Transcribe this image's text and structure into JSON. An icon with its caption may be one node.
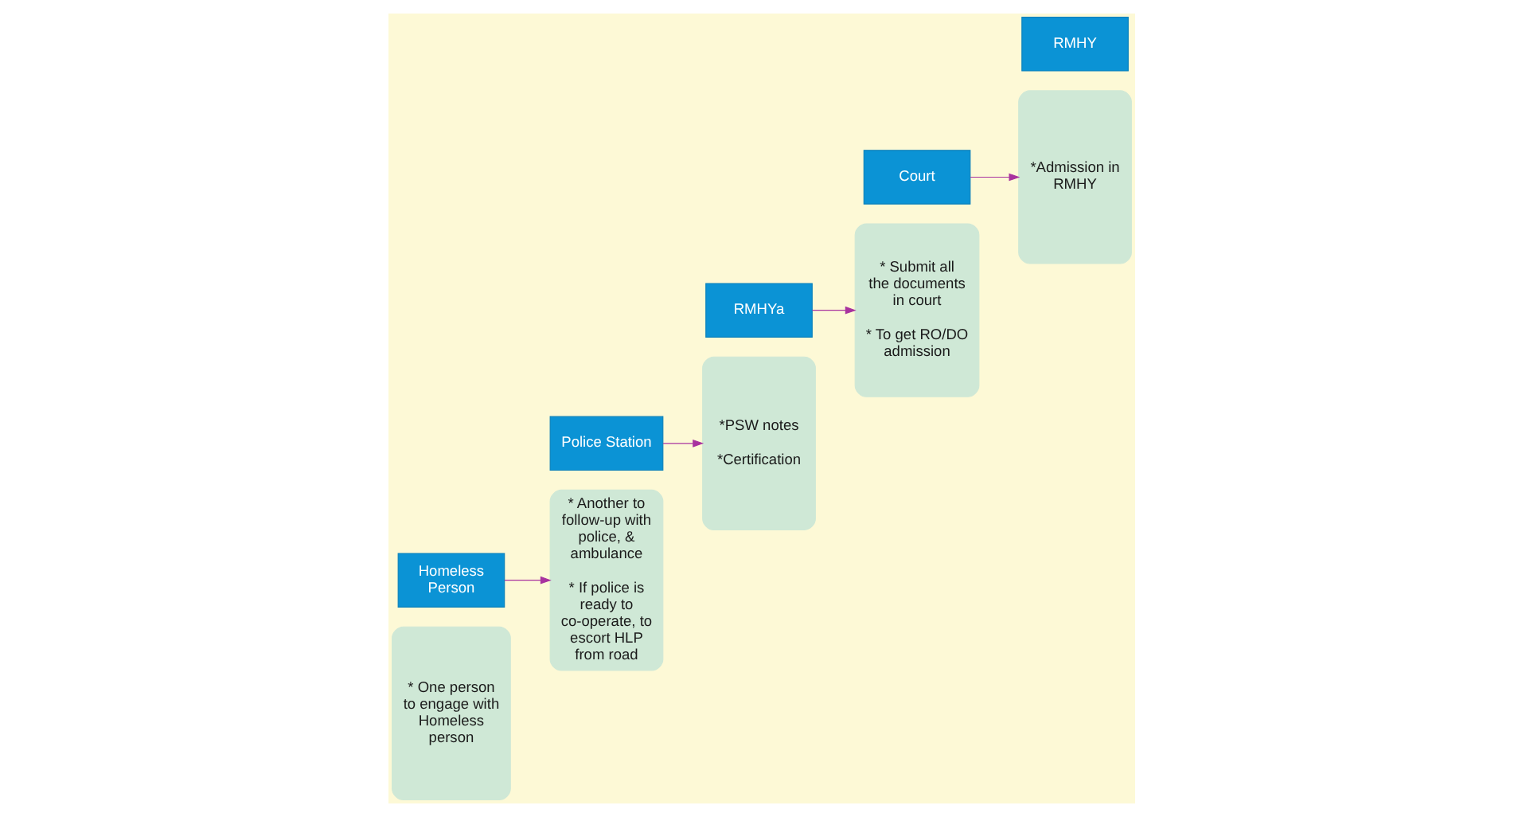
{
  "diagram": {
    "nodes": [
      {
        "text": [
          "* One person to engage with Homeless person"
        ]
      },
      {
        "text": [
          "Homeless Person"
        ]
      },
      {
        "text": [
          "* Another to follow-up with police, & ambulance",
          "* If police is ready to co-operate, to escort HLP from road"
        ]
      },
      {
        "text": [
          "Police Station"
        ]
      },
      {
        "text": [
          "*PSW notes",
          "*Certification"
        ]
      },
      {
        "text": [
          "RMHYa"
        ]
      },
      {
        "text": [
          "* Submit all the documents in court",
          "* To get RO/DO admission"
        ]
      },
      {
        "text": [
          "Court"
        ]
      },
      {
        "text": [
          "*Admission in RMHY"
        ]
      },
      {
        "text": [
          "RMHY"
        ]
      }
    ],
    "edges": [
      {
        "from": 1,
        "to": 2,
        "arrow": "to"
      },
      {
        "from": 3,
        "to": 4,
        "arrow": "to"
      },
      {
        "from": 5,
        "to": 6,
        "arrow": "to"
      },
      {
        "from": 7,
        "to": 8,
        "arrow": "to"
      }
    ]
  }
}
